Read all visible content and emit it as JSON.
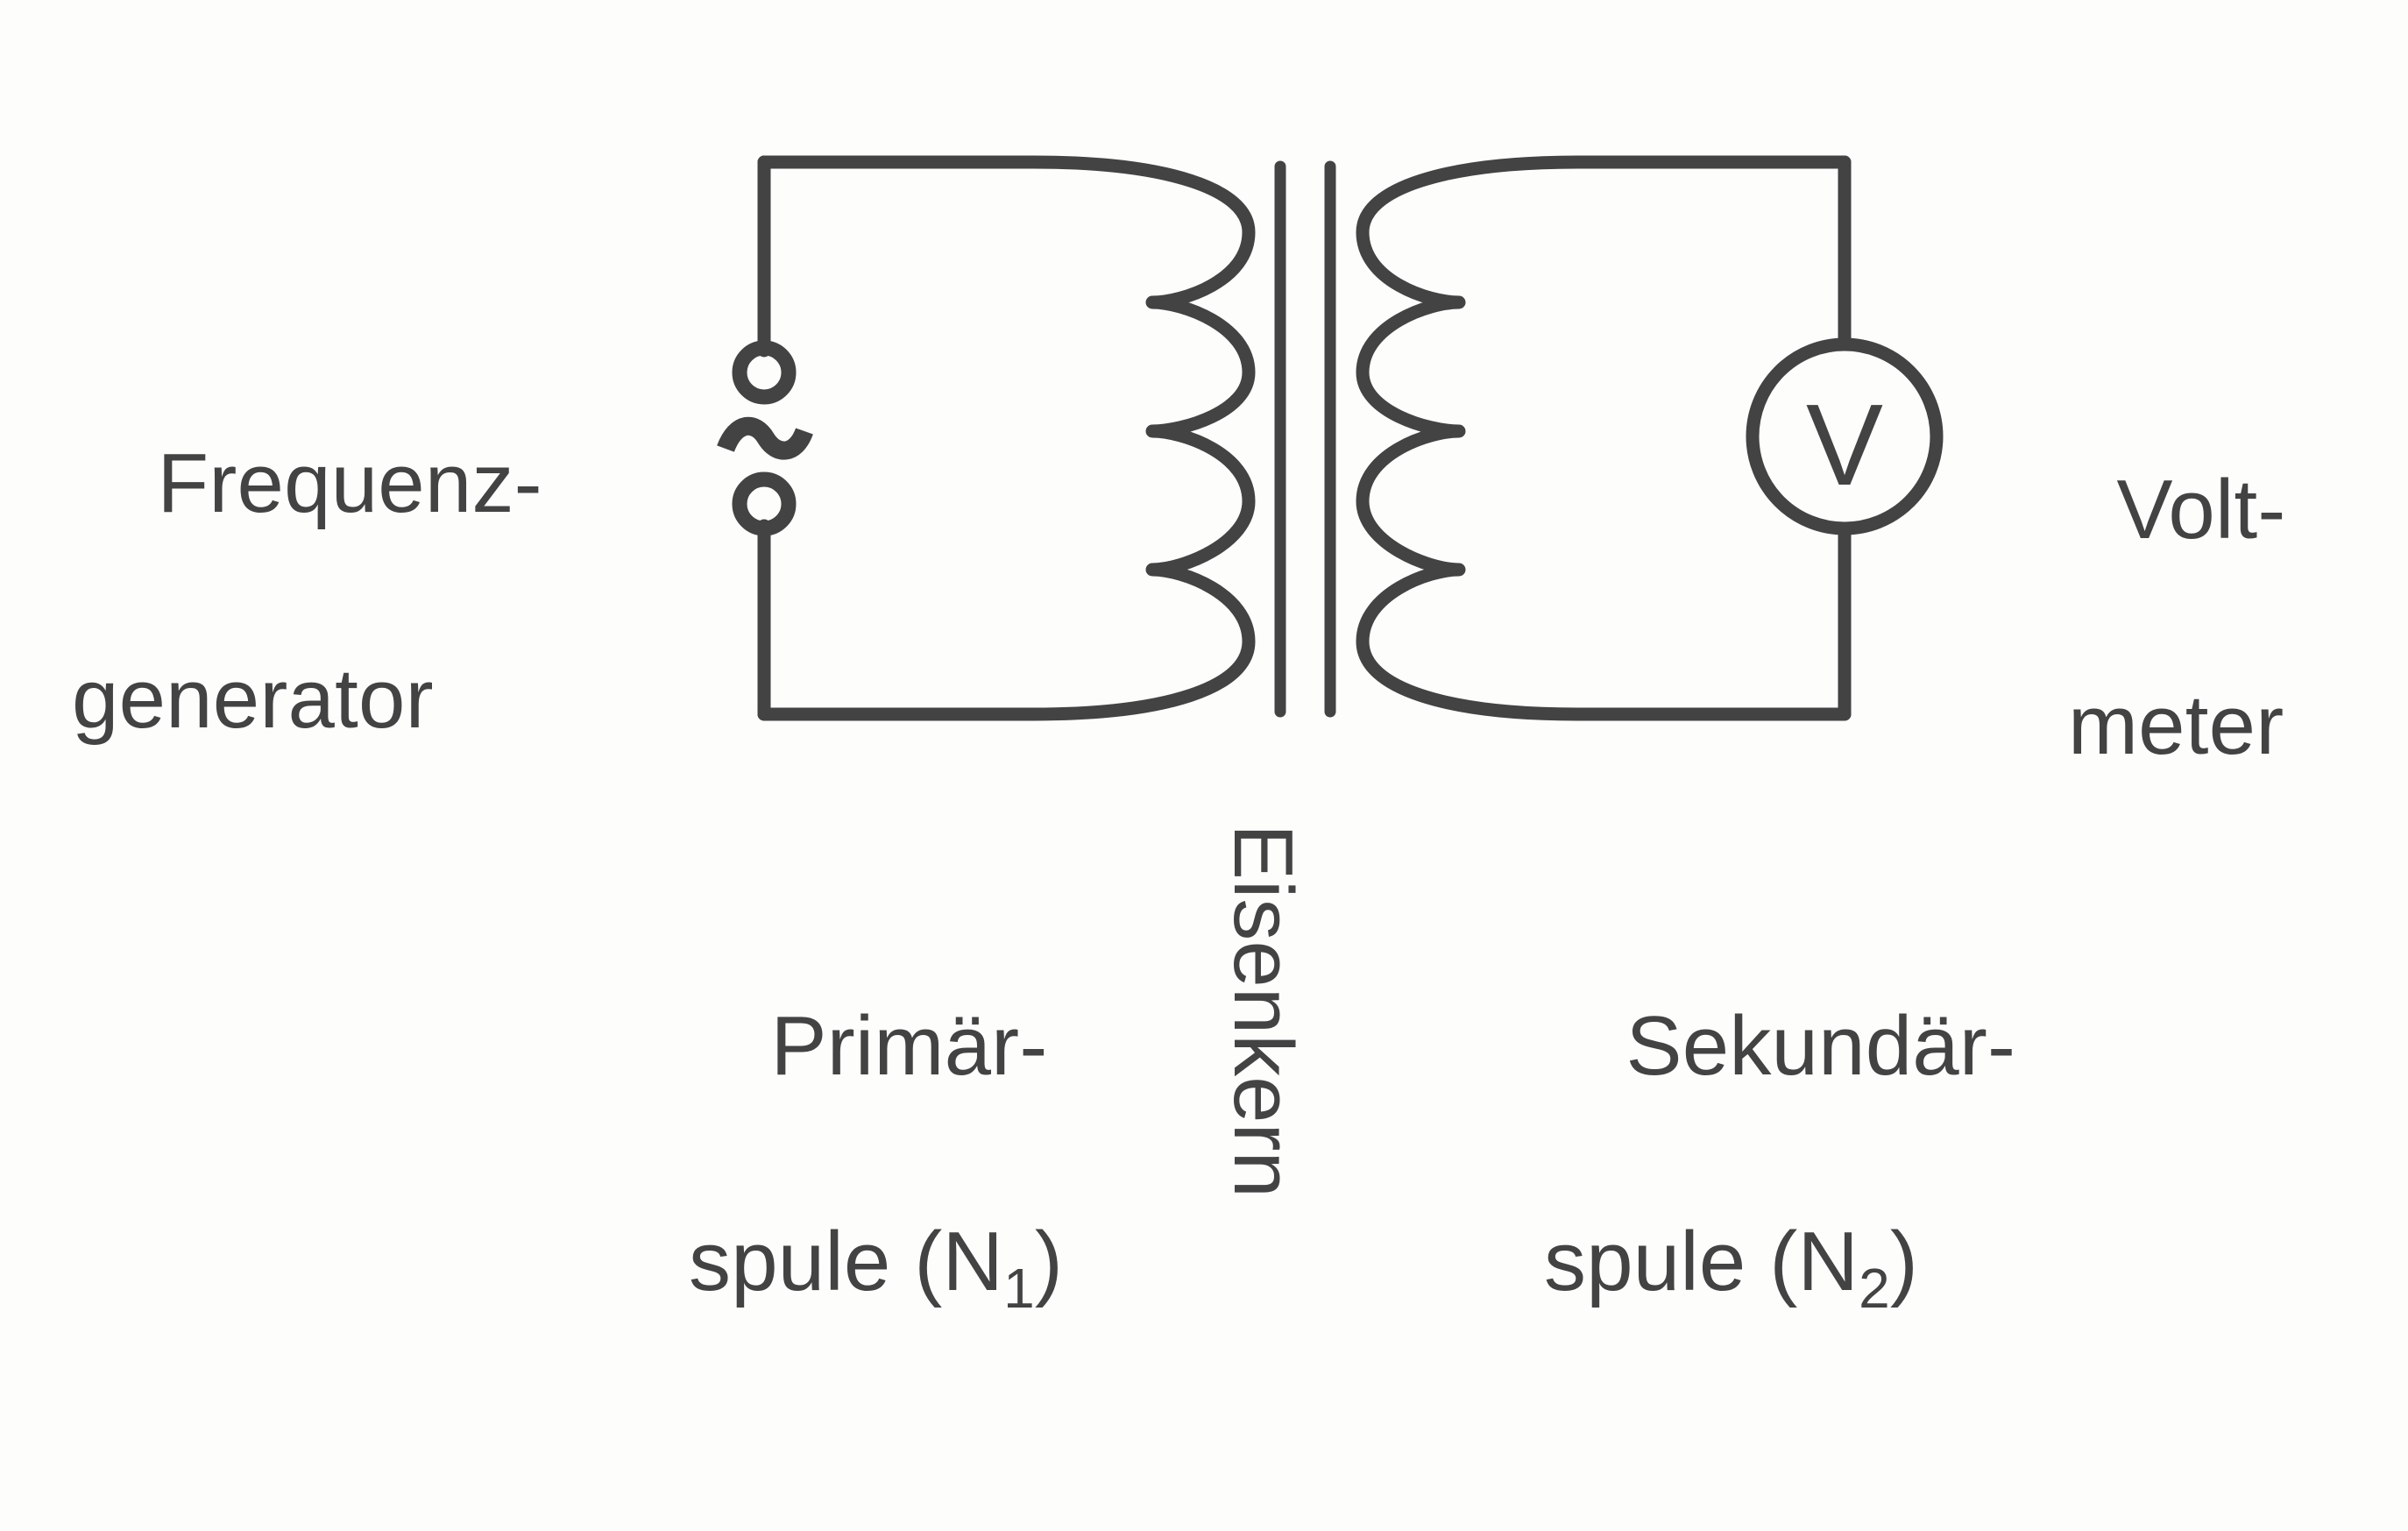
{
  "diagram": {
    "title_alt": "Transformator-Schaltbild",
    "background_color": "#fdfdfc",
    "stroke_color": "#434343"
  },
  "labels": {
    "frequency_generator": {
      "line1": "Frequenz-",
      "line2": "generator"
    },
    "voltmeter": {
      "line1": "Volt-",
      "line2": "meter"
    },
    "primary_coil": {
      "line1": "Primär-",
      "line2_prefix": "spule (N",
      "line2_subscript": "1",
      "line2_suffix": ")"
    },
    "secondary_coil": {
      "line1": "Sekundär-",
      "line2_prefix": "spule (N",
      "line2_subscript": "2",
      "line2_suffix": ")"
    },
    "iron_core": "Eisenkern"
  },
  "symbols": {
    "ac_source_marker": "~",
    "voltmeter_letter": "V"
  },
  "chart_data": {
    "type": "diagram",
    "title": "Transformator mit Frequenzgenerator und Voltmeter",
    "components": [
      {
        "name": "Frequenzgenerator",
        "symbol": "AC source (two terminals with tilde)",
        "side": "left"
      },
      {
        "name": "Primärspule",
        "turns_symbol": "N1",
        "loops_drawn": 4,
        "side": "left"
      },
      {
        "name": "Eisenkern",
        "symbol": "two parallel vertical bars",
        "side": "center"
      },
      {
        "name": "Sekundärspule",
        "turns_symbol": "N2",
        "loops_drawn": 4,
        "side": "right"
      },
      {
        "name": "Voltmeter",
        "symbol": "circle with V",
        "side": "right"
      }
    ]
  }
}
